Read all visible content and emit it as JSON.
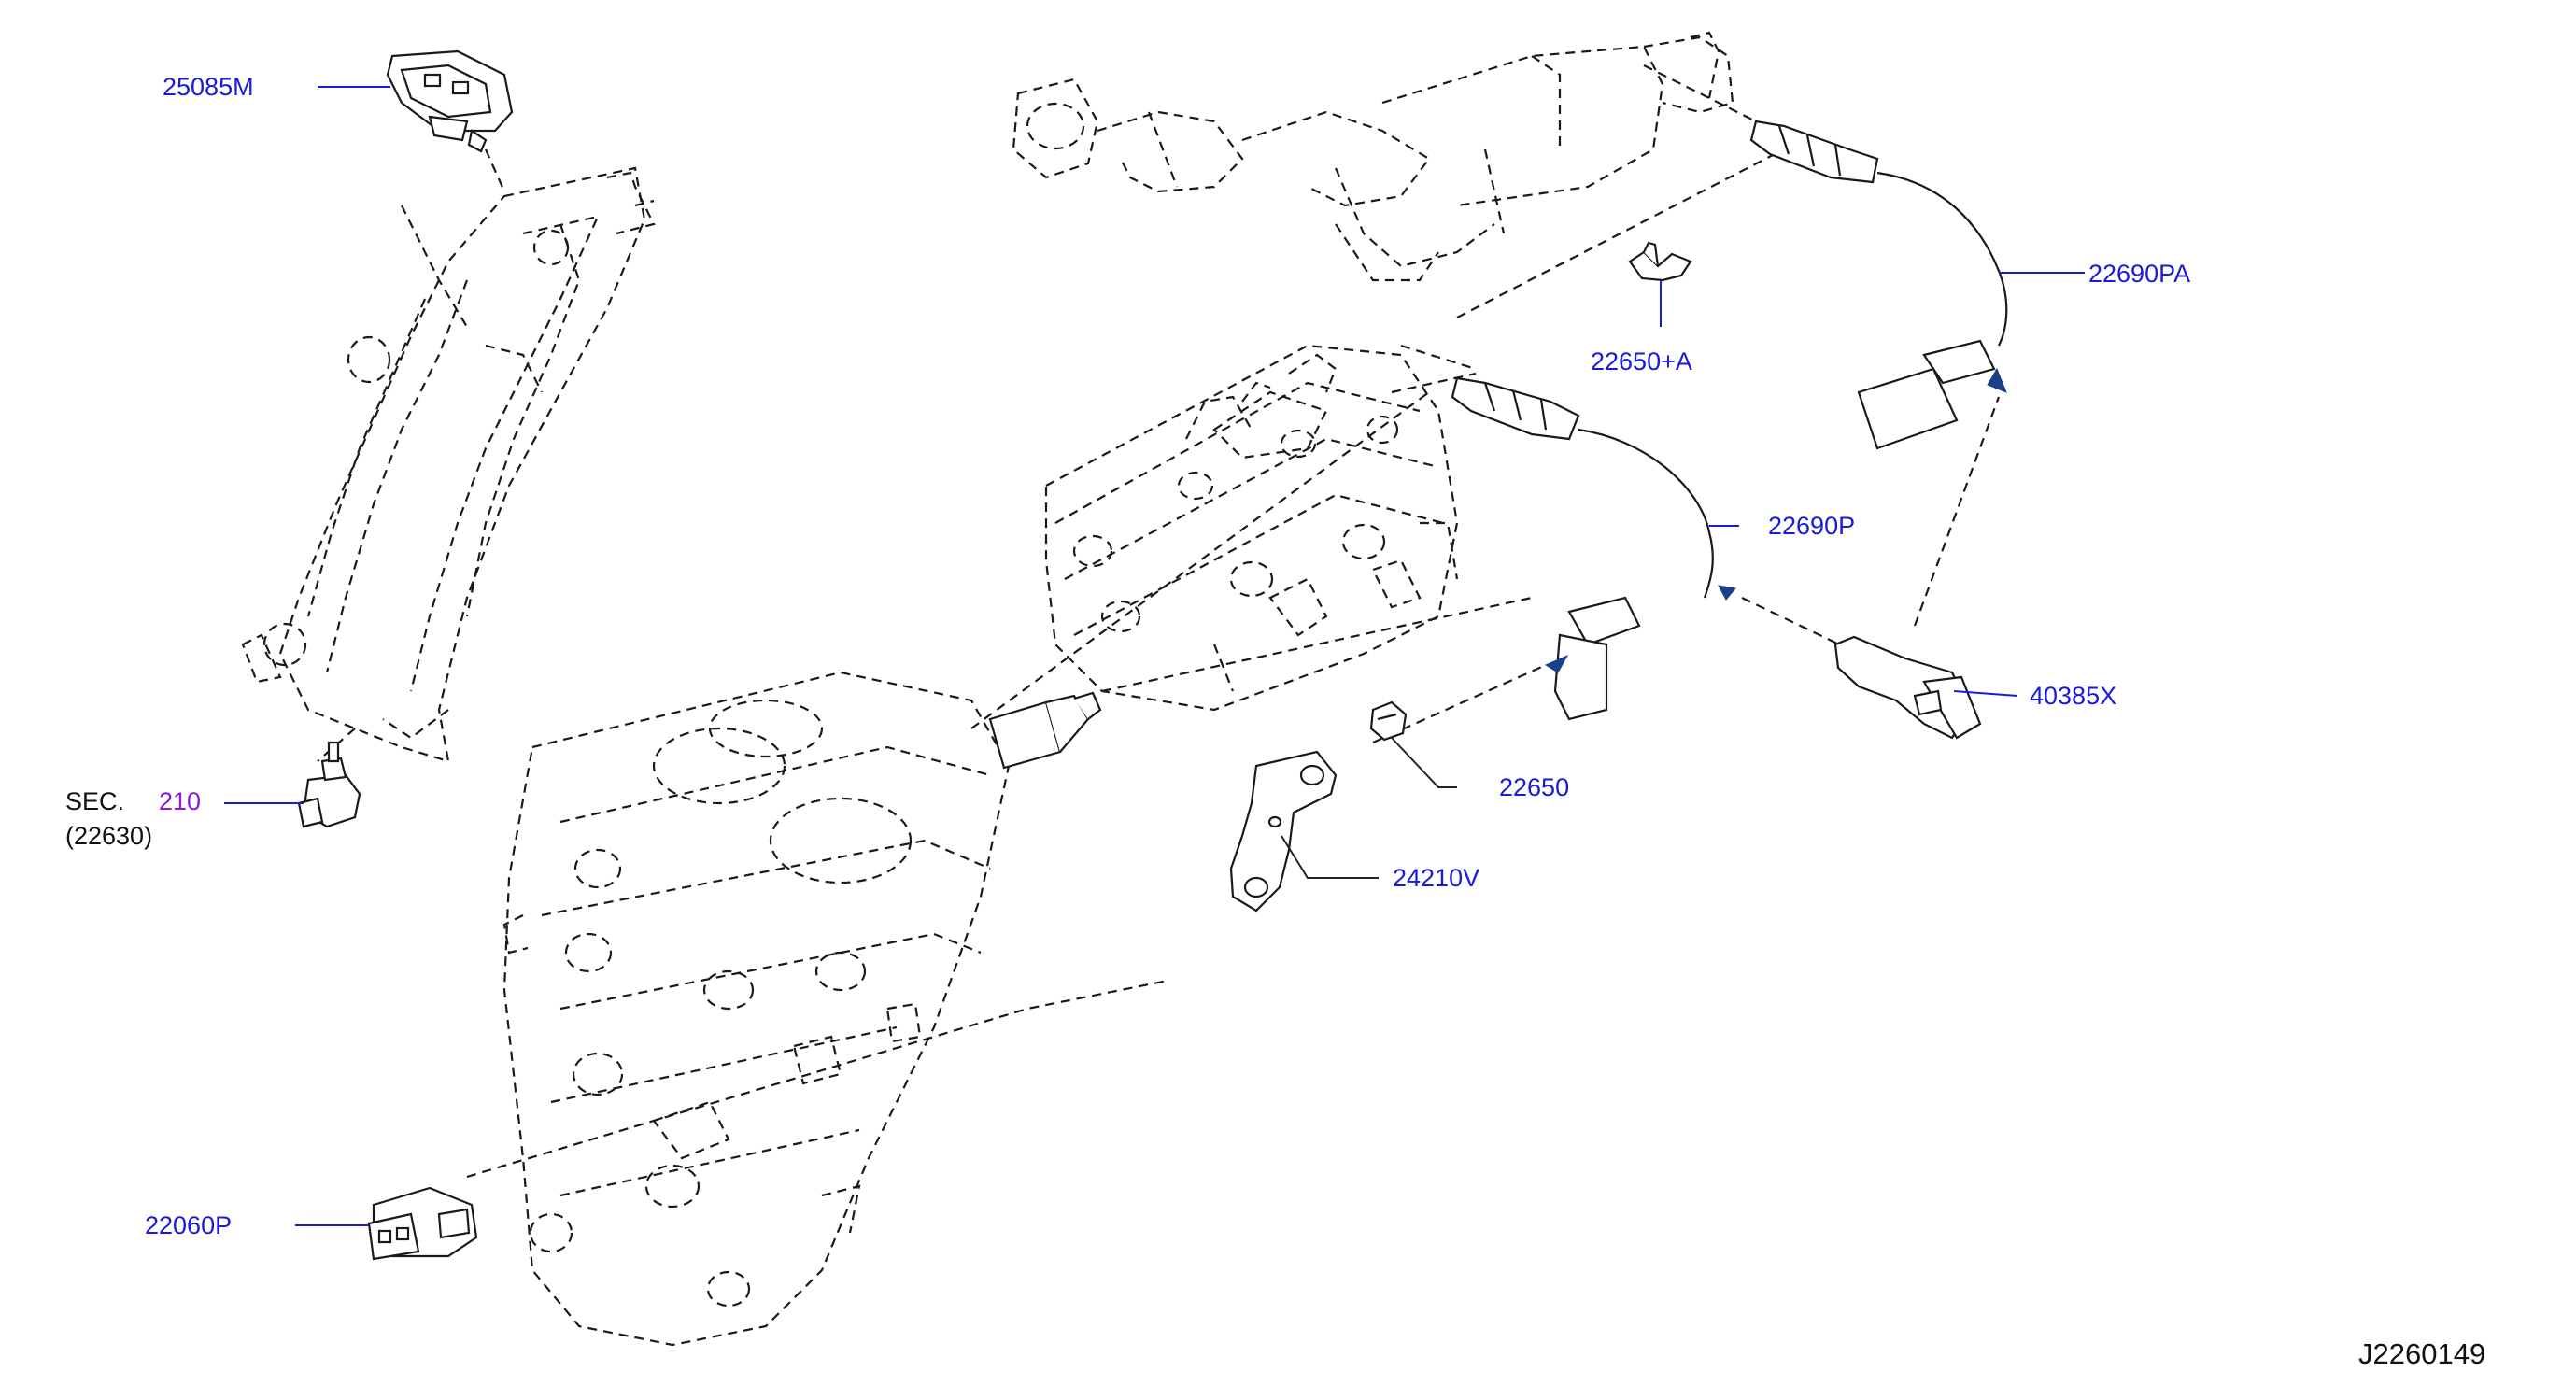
{
  "colors": {
    "part_label": "#1a1adb",
    "section_ref": "#8a1ad6",
    "text": "#111111",
    "arrow": "#1b3f8a"
  },
  "labels": {
    "p25085M": "25085M",
    "p22690PA": "22690PA",
    "p22650A": "22650+A",
    "p22690P": "22690P",
    "p40385X": "40385X",
    "p22650": "22650",
    "p24210V": "24210V",
    "p22060P": "22060P",
    "sec_prefix": "SEC.",
    "sec_number": "210",
    "sec_part": "(22630)"
  },
  "diagram_id": "J2260149",
  "icons": [
    "map-sensor-icon",
    "oxygen-sensor-icon",
    "clip-icon",
    "knock-sensor-icon",
    "coolant-temp-sensor-icon",
    "bracket-icon",
    "bolt-icon",
    "crank-sensor-icon",
    "exhaust-manifold-icon",
    "cylinder-head-icon",
    "cylinder-block-icon",
    "intake-manifold-icon"
  ]
}
